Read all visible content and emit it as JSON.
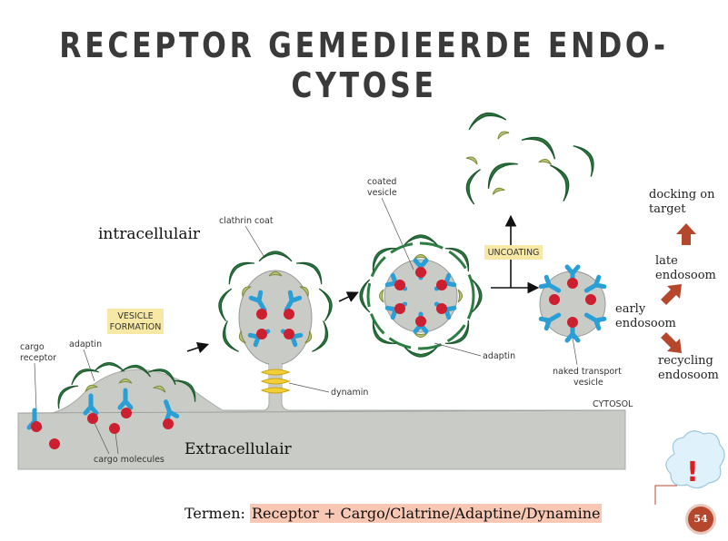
{
  "slide": {
    "title": "RECEPTOR GEMEDIEERDE ENDO-CYTOSE",
    "page_number": "54",
    "colors": {
      "membrane": "#c9cbc7",
      "clathrin": "#2e7d43",
      "adaptin": "#b8c574",
      "receptor": "#2a9fd6",
      "cargo": "#cc1f2f",
      "dynamin": "#f2cf37",
      "accent": "#b5472c"
    }
  },
  "diagram": {
    "region_intracellular": "intracellulair",
    "region_extracellular": "Extracellulair",
    "labels": {
      "cargo_receptor_line1": "cargo",
      "cargo_receptor_line2": "receptor",
      "adaptin_left": "adaptin",
      "cargo_molecules": "cargo molecules",
      "clathrin_coat": "clathrin coat",
      "dynamin": "dynamin",
      "coated_vesicle_line1": "coated",
      "coated_vesicle_line2": "vesicle",
      "adaptin_right": "adaptin",
      "naked_vesicle_line1": "naked transport",
      "naked_vesicle_line2": "vesicle",
      "cytosol": "CYTOSOL",
      "vesicle_formation_line1": "VESICLE",
      "vesicle_formation_line2": "FORMATION",
      "uncoating": "UNCOATING"
    },
    "fates": {
      "early_line1": "early",
      "early_line2": "endosoom",
      "late_line1": "late",
      "late_line2": "endosoom",
      "docking_line1": "docking on",
      "docking_line2": "target",
      "recycling_line1": "recycling",
      "recycling_line2": "endosoom"
    },
    "callout_icon": "exclamation-cloud-icon",
    "callout_text": "!"
  },
  "footer": {
    "termen_label": "Termen:",
    "termen_terms": "Receptor + Cargo/Clatrine/Adaptine/Dynamine"
  }
}
